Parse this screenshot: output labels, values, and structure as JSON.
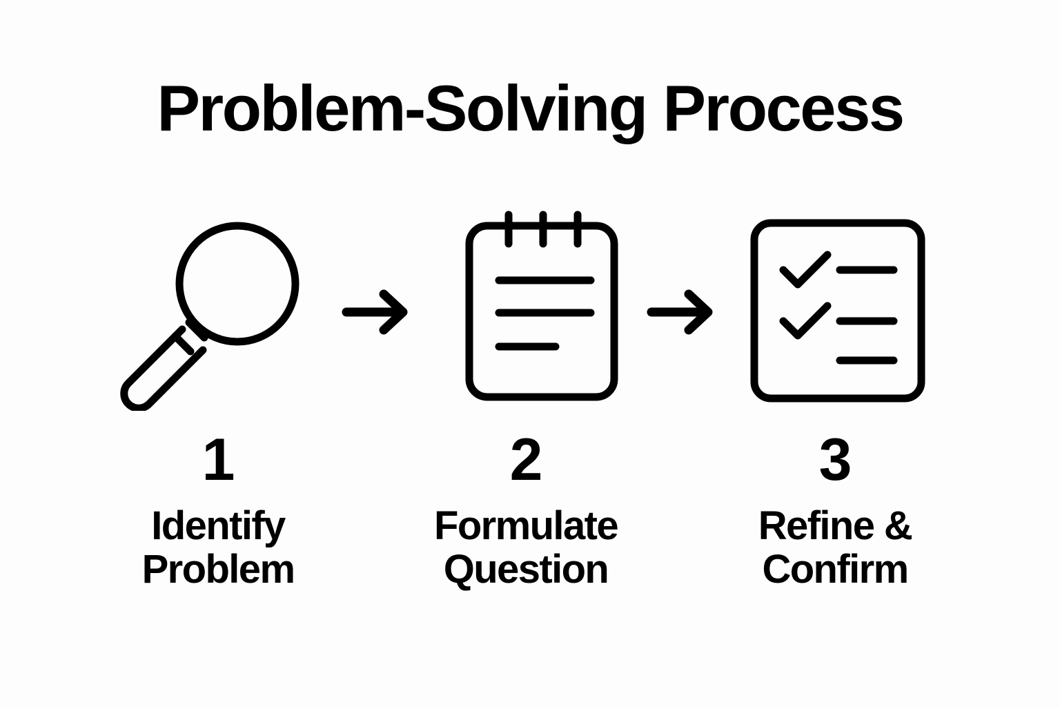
{
  "page": {
    "title": "Problem-Solving Process",
    "background_color": "#fdfdfd",
    "ink_color": "#000000"
  },
  "steps": [
    {
      "number": "1",
      "label": "Identify\nProblem",
      "icon": "magnifying-glass-icon"
    },
    {
      "number": "2",
      "label": "Formulate\nQuestion",
      "icon": "notepad-icon"
    },
    {
      "number": "3",
      "label": "Refine &\nConfirm",
      "icon": "checklist-icon"
    }
  ],
  "connectors": [
    {
      "name": "arrow-right-icon"
    },
    {
      "name": "arrow-right-icon"
    }
  ]
}
